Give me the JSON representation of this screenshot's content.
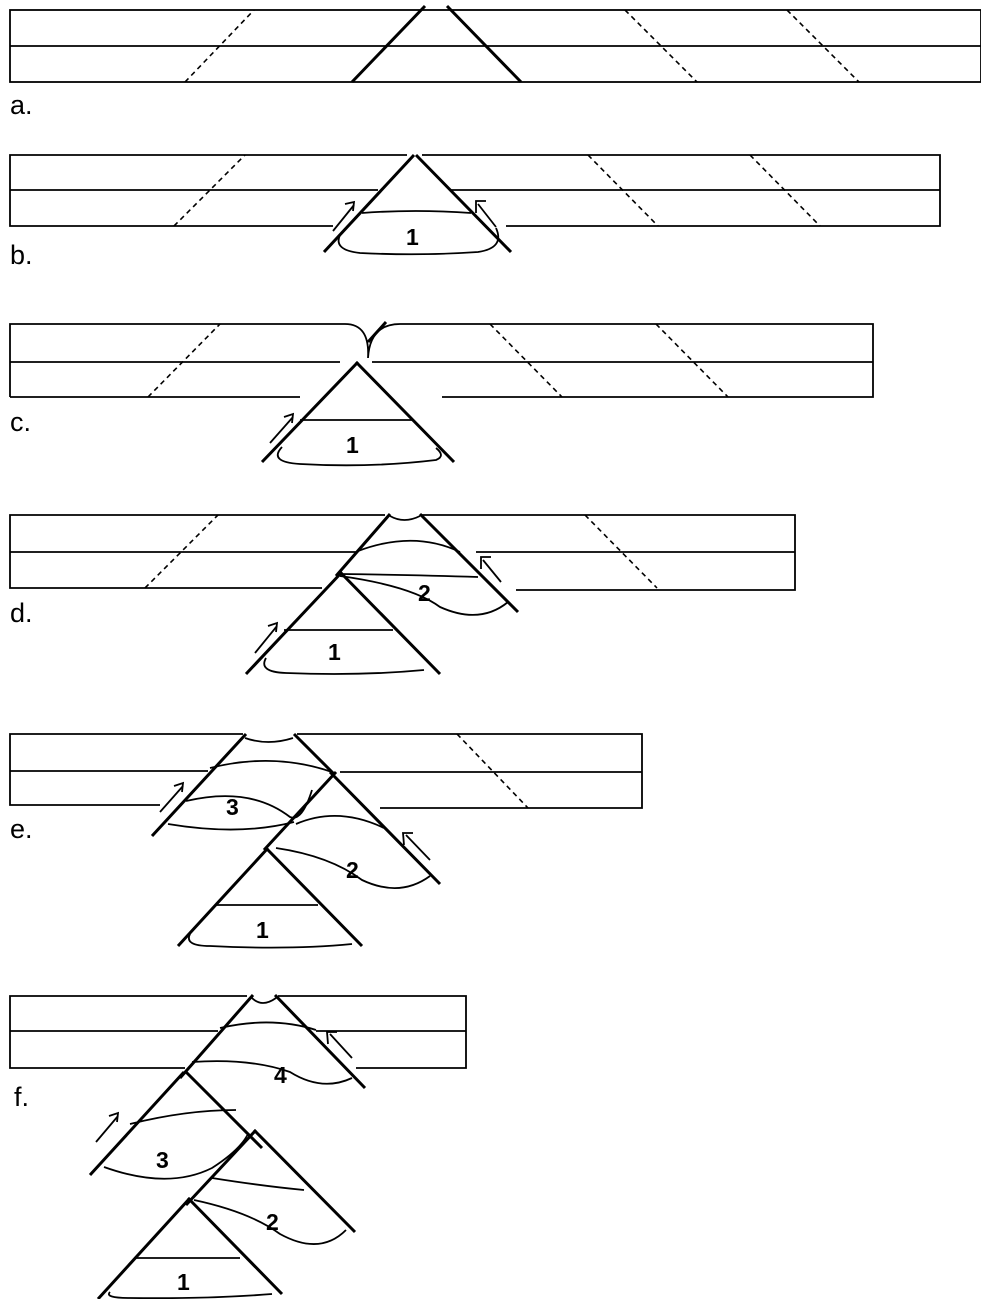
{
  "panels": [
    {
      "id": "a",
      "label": "a.",
      "wedges": []
    },
    {
      "id": "b",
      "label": "b.",
      "wedges": [
        "1"
      ]
    },
    {
      "id": "c",
      "label": "c.",
      "wedges": [
        "1"
      ]
    },
    {
      "id": "d",
      "label": "d.",
      "wedges": [
        "2",
        "1"
      ]
    },
    {
      "id": "e",
      "label": "e.",
      "wedges": [
        "3",
        "2",
        "1"
      ]
    },
    {
      "id": "f",
      "label": "f.",
      "wedges": [
        "4",
        "3",
        "2",
        "1"
      ]
    }
  ]
}
